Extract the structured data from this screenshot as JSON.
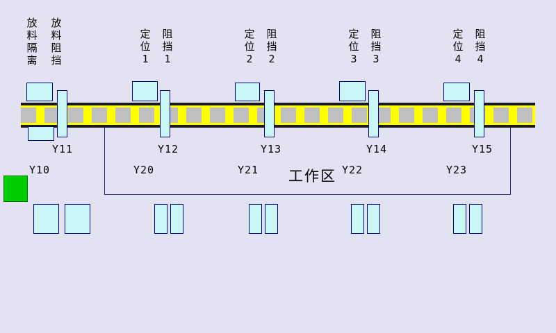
{
  "colors": {
    "bg": "#e2e2f2",
    "cyan_fill": "#c9f6f6",
    "cyan_border": "#000080",
    "belt_yellow": "#ffff00",
    "belt_gray": "#bfbfbf",
    "belt_edge": "#1a1a1a",
    "green": "#00cc00",
    "green_border": "#007700",
    "box_border": "#26266a",
    "text": "#000000"
  },
  "top_labels": [
    "放料隔离",
    "放料阻挡",
    "定位1",
    "阻挡1",
    "定位2",
    "阻挡2",
    "定位3",
    "阻挡3",
    "定位4",
    "阻挡4"
  ],
  "stopper_labels": [
    "Y11",
    "Y12",
    "Y13",
    "Y14",
    "Y15"
  ],
  "output_labels": [
    "Y10",
    "Y20",
    "Y21",
    "Y22",
    "Y23"
  ],
  "work_area": {
    "label": "工作区"
  }
}
